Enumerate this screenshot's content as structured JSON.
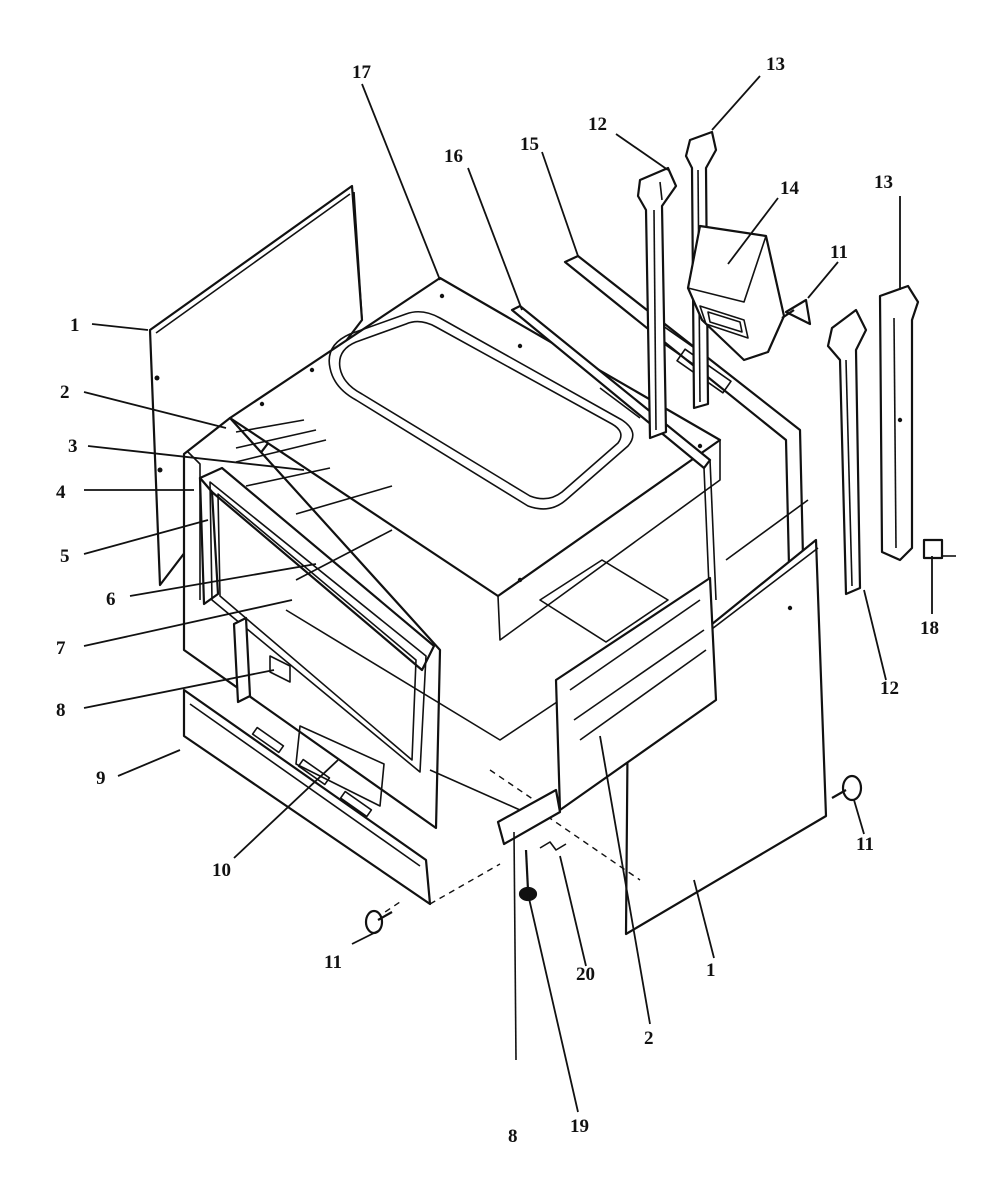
{
  "diagram": {
    "callouts": [
      {
        "id": "c1a",
        "text": "1"
      },
      {
        "id": "c2a",
        "text": "2"
      },
      {
        "id": "c3",
        "text": "3"
      },
      {
        "id": "c4",
        "text": "4"
      },
      {
        "id": "c5",
        "text": "5"
      },
      {
        "id": "c6",
        "text": "6"
      },
      {
        "id": "c7",
        "text": "7"
      },
      {
        "id": "c8a",
        "text": "8"
      },
      {
        "id": "c9",
        "text": "9"
      },
      {
        "id": "c10",
        "text": "10"
      },
      {
        "id": "c11a",
        "text": "11"
      },
      {
        "id": "c17",
        "text": "17"
      },
      {
        "id": "c16",
        "text": "16"
      },
      {
        "id": "c15",
        "text": "15"
      },
      {
        "id": "c12a",
        "text": "12"
      },
      {
        "id": "c13a",
        "text": "13"
      },
      {
        "id": "c14",
        "text": "14"
      },
      {
        "id": "c11b",
        "text": "11"
      },
      {
        "id": "c13b",
        "text": "13"
      },
      {
        "id": "c18",
        "text": "18"
      },
      {
        "id": "c12b",
        "text": "12"
      },
      {
        "id": "c11c",
        "text": "11"
      },
      {
        "id": "c1b",
        "text": "1"
      },
      {
        "id": "c20",
        "text": "20"
      },
      {
        "id": "c2b",
        "text": "2"
      },
      {
        "id": "c19",
        "text": "19"
      },
      {
        "id": "c8b",
        "text": "8"
      }
    ]
  }
}
